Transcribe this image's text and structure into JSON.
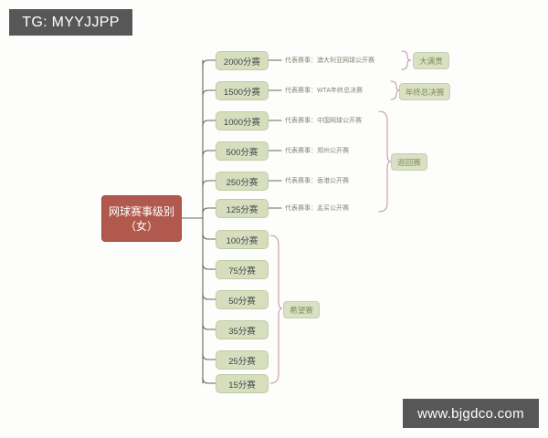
{
  "watermarks": {
    "telegram_badge": "TG: MYYJJPP",
    "site_badge": "www.bjgdco.com"
  },
  "colors": {
    "root_fill": "#b0594c",
    "root_text": "#ffffff",
    "node_fill": "#d6debe",
    "node_border": "#c2cba6",
    "node_text": "#41464a",
    "chip_text": "#7f8a53",
    "brace_stroke": "#c49aa6",
    "wire_stroke": "#6b6260",
    "badge_fill": "#575757",
    "note_text": "#8a8375",
    "background": "#fdfdfc"
  },
  "diagram": {
    "root": {
      "line1": "网球赛事级别",
      "line2": "（女）"
    },
    "nodes": [
      {
        "label": "2000分赛",
        "note": "代表赛事：澳大利亚网球公开赛"
      },
      {
        "label": "1500分赛",
        "note": "代表赛事：WTA年终总决赛"
      },
      {
        "label": "1000分赛",
        "note": "代表赛事：中国网球公开赛"
      },
      {
        "label": "500分赛",
        "note": "代表赛事：郑州公开赛"
      },
      {
        "label": "250分赛",
        "note": "代表赛事：香港公开赛"
      },
      {
        "label": "125分赛",
        "note": "代表赛事：孟买公开赛"
      },
      {
        "label": "100分赛",
        "note": ""
      },
      {
        "label": "75分赛",
        "note": ""
      },
      {
        "label": "50分赛",
        "note": ""
      },
      {
        "label": "35分赛",
        "note": ""
      },
      {
        "label": "25分赛",
        "note": ""
      },
      {
        "label": "15分赛",
        "note": ""
      }
    ],
    "groups": [
      {
        "label": "大满贯",
        "members": [
          "2000分赛"
        ]
      },
      {
        "label": "年终总决赛",
        "members": [
          "1500分赛"
        ]
      },
      {
        "label": "巡回赛",
        "members": [
          "1000分赛",
          "500分赛",
          "250分赛",
          "125分赛"
        ]
      },
      {
        "label": "希望赛",
        "members": [
          "100分赛",
          "75分赛",
          "50分赛",
          "35分赛",
          "25分赛",
          "15分赛"
        ]
      }
    ]
  }
}
